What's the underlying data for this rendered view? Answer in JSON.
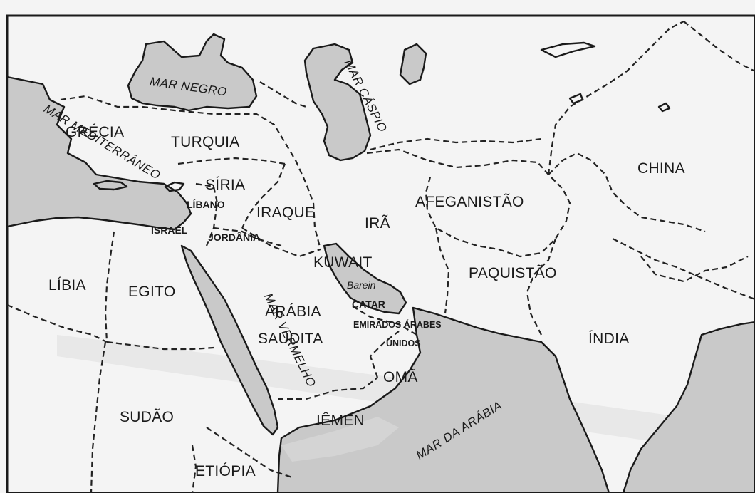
{
  "map": {
    "colors": {
      "land": "#f4f4f4",
      "sea": "#c9c9c9",
      "border": "#222222"
    },
    "countries": {
      "grecia": "GRÉCIA",
      "turquia": "TURQUIA",
      "siria": "SÍRIA",
      "libano": "LÍBANO",
      "israel": "ISRAEL",
      "jordania": "JORDÂNIA",
      "iraque": "IRAQUE",
      "ira": "IRÃ",
      "afeganistao": "AFEGANISTÃO",
      "paquistao": "PAQUISTÃO",
      "china": "CHINA",
      "india": "ÍNDIA",
      "kuwait": "KUWAIT",
      "barein": "Barein",
      "catar": "CATAR",
      "emirados_1": "EMIRADOS ÁRABES",
      "emirados_2": "UNIDOS",
      "arabia_1": "ARÁBIA",
      "arabia_2": "SAUDITA",
      "oma": "OMÃ",
      "iemen": "IÊMEN",
      "libia": "LÍBIA",
      "egito": "EGITO",
      "sudao": "SUDÃO",
      "etiopia": "ETIÓPIA"
    },
    "seas": {
      "mar_negro": "MAR NEGRO",
      "mar_caspio": "MAR CÁSPIO",
      "mar_mediterraneo": "MAR MEDITERRÂNEO",
      "mar_vermelho": "MAR VERMELHO",
      "mar_da_arabia": "MAR DA ARÁBIA"
    }
  }
}
